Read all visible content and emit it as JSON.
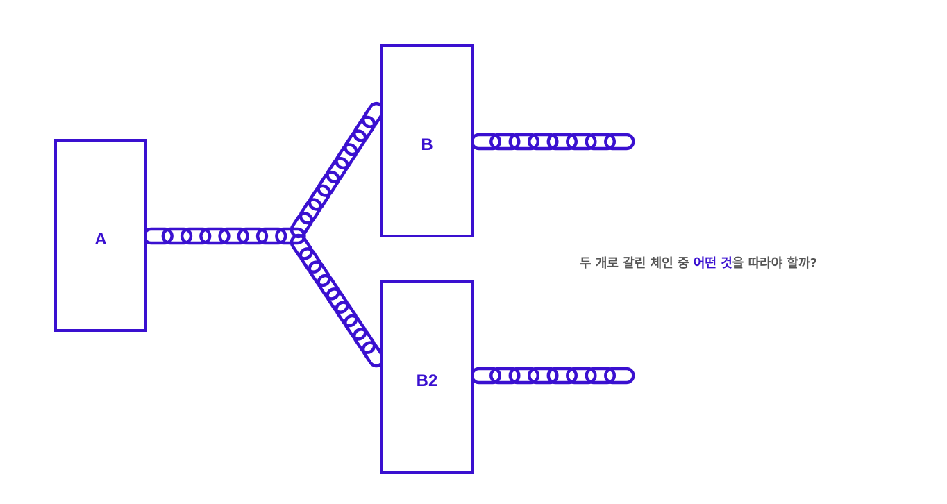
{
  "diagram": {
    "boxes": {
      "a": "A",
      "b": "B",
      "b2": "B2"
    },
    "question": {
      "before": "두 개로 갈린 체인 중 ",
      "highlight": "어떤 것",
      "after": "을 따라야 할까?"
    },
    "colors": {
      "accent": "#3a10d0",
      "text": "#555555",
      "background": "#ffffff"
    }
  }
}
